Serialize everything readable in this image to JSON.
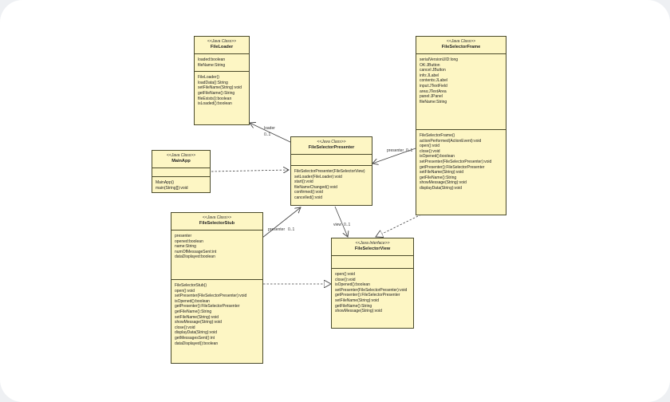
{
  "classes": {
    "fileloader": {
      "stereotype": "<<Java Class>>",
      "name": "FileLoader",
      "attributes": [
        "loaded:boolean",
        "fileName:String"
      ],
      "operations": [
        "FileLoader()",
        "loadData():String",
        "setFileName(String):void",
        "getFileName():String",
        "fileExists():boolean",
        "isLoaded():boolean"
      ]
    },
    "fileselectorframe": {
      "stereotype": "<<Java Class>>",
      "name": "FileSelectorFrame",
      "attributes": [
        "serialVersionUID:long",
        "OK:JButton",
        "cancel:JButton",
        "info:JLabel",
        "contents:JLabel",
        "input:JTextField",
        "area:JTextArea",
        "panel:JPanel",
        "fileName:String"
      ],
      "operations": [
        "FileSelectorFrame()",
        "actionPerformed(ActionEvent):void",
        "open():void",
        "close():void",
        "isOpened():boolean",
        "setPresenter(FileSelectorPresenter):void",
        "getPresenter():FileSelectorPresenter",
        "setFileName(String):void",
        "getFileName():String",
        "showMessage(String):void",
        "displayData(String):void"
      ]
    },
    "mainapp": {
      "stereotype": "<<Java Class>>",
      "name": "MainApp",
      "attributes": [],
      "operations": [
        "MainApp()",
        "main(String[]):void"
      ]
    },
    "fileselectorpresenter": {
      "stereotype": "<<Java Class>>",
      "name": "FileSelectorPresenter",
      "attributes": [],
      "operations": [
        "FileSelectorPresenter(FileSelectorView)",
        "setLoader(FileLoader):void",
        "start():void",
        "fileNameChanged():void",
        "confirmed():void",
        "cancelled():void"
      ]
    },
    "fileselectorstub": {
      "stereotype": "<<Java Class>>",
      "name": "FileSelectorStub",
      "attributes": [
        "presenter",
        "opened:boolean",
        "name:String",
        "numOfMessageSent:int",
        "dataDisplayed:boolean"
      ],
      "operations": [
        "FileSelectorStub()",
        "open():void",
        "setPresenter(FileSelectorPresenter):void",
        "isOpened():boolean",
        "getPresenter():FileSelectorPresenter",
        "getFileName():String",
        "setFileName(String):void",
        "showMessage(String):void",
        "close():void",
        "displayData(String):void",
        "getMessagesSent():int",
        "dataDisplayed():boolean"
      ]
    },
    "fileselectorview": {
      "stereotype": "<<Java Interface>>",
      "name": "FileSelectorView",
      "attributes": [],
      "operations": [
        "open():void",
        "close():void",
        "isOpened():boolean",
        "setPresenter(FileSelectorPresenter):void",
        "getPresenter():FileSelectorPresenter",
        "setFileName(String):void",
        "getFileName():String",
        "showMessage(String):void"
      ]
    }
  },
  "links": {
    "loader": {
      "role": "loader",
      "mult": "0..1"
    },
    "frame_presenter": {
      "role": "presenter",
      "mult": "0..1"
    },
    "stub_presenter": {
      "role": "presenter",
      "mult": "0..1"
    },
    "view": {
      "role": "view",
      "mult": "0..1"
    }
  },
  "colors": {
    "box_fill": "#fdf6c4",
    "box_stroke": "#4a4a2a",
    "line": "#444444"
  }
}
